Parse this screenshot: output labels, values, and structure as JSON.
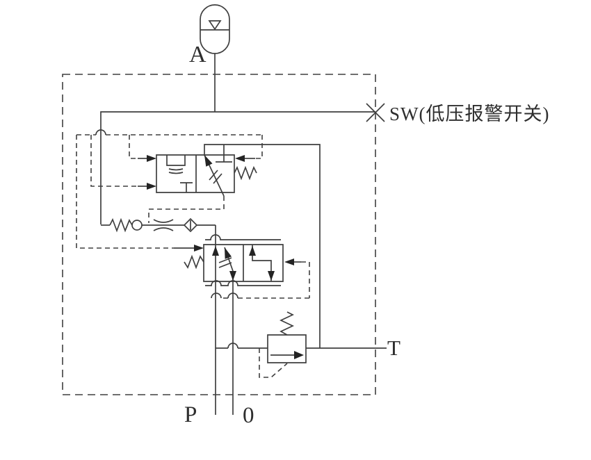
{
  "page": {
    "title": "Hydraulic accumulator charging circuit schematic",
    "theme": {
      "line_color": "#3f3f3f",
      "background": "#ffffff",
      "label_color": "#2e2e2e"
    }
  },
  "labels": {
    "port_a": "A",
    "pressure_switch": "SW(低压报警开关)",
    "port_t": "T",
    "port_p": "P",
    "port_zero": "0"
  },
  "components": [
    {
      "name": "accumulator",
      "symbol": "capsule-with-triangle"
    },
    {
      "name": "low-pressure-alarm-switch",
      "symbol": "x-cross-on-boundary"
    },
    {
      "name": "pilot-operated-directional-valve",
      "symbol": "two-position-valve-spring-right"
    },
    {
      "name": "spring-loaded-check-valve",
      "symbol": "spring-and-ball"
    },
    {
      "name": "fixed-orifice",
      "symbol": "two-arcs"
    },
    {
      "name": "check-valve-diamond",
      "symbol": "diamond-with-bar"
    },
    {
      "name": "proportional-flow-valve",
      "symbol": "two-position-valve-with-rails"
    },
    {
      "name": "pressure-relief-valve",
      "symbol": "box-spring-arrow"
    },
    {
      "name": "enclosure",
      "symbol": "dashed-boundary"
    }
  ]
}
